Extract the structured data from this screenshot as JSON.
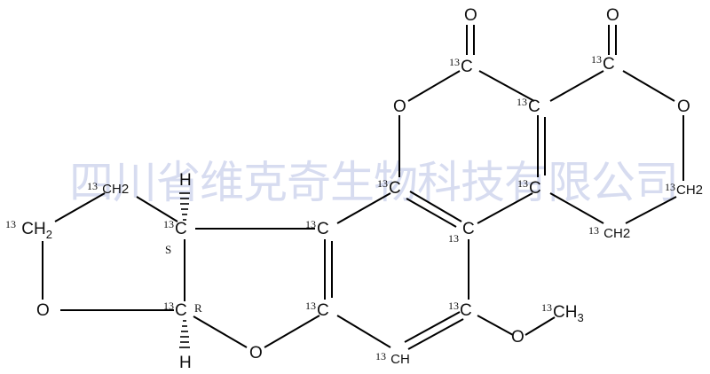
{
  "watermark": {
    "text": "四川省维克奇生物科技有限公司",
    "color": "#d7dcf0"
  },
  "molecule": {
    "isotope_label": "13",
    "atoms": {
      "o_carbonyl_1": "O",
      "c_carbonyl_1": "C",
      "o_carbonyl_2": "O",
      "c_carbonyl_2": "C",
      "o_ring_left": "O",
      "c_ring_center": "C",
      "o_ring_right": "O",
      "c_upper_left": "C",
      "c_upper_right": "C",
      "ch2_right_top": "CH2",
      "c_mid_left": "C",
      "c_mid_right": "C",
      "ch2_right_bottom": "CH2",
      "c_low_left": "C",
      "c_low_right": "C",
      "ch_bottom": "CH",
      "o_methoxy": "O",
      "ch3_methoxy": "CH3",
      "o_furan": "O",
      "c_r": "C",
      "h_r": "H",
      "c_s": "C",
      "h_s": "H",
      "o_left": "O",
      "ch2_left": "CH",
      "ch2_left_sub": "2",
      "ch2_top_left": "CH2"
    },
    "stereo": {
      "s_label": "S",
      "r_label": "R"
    },
    "line_color": "#000000"
  }
}
